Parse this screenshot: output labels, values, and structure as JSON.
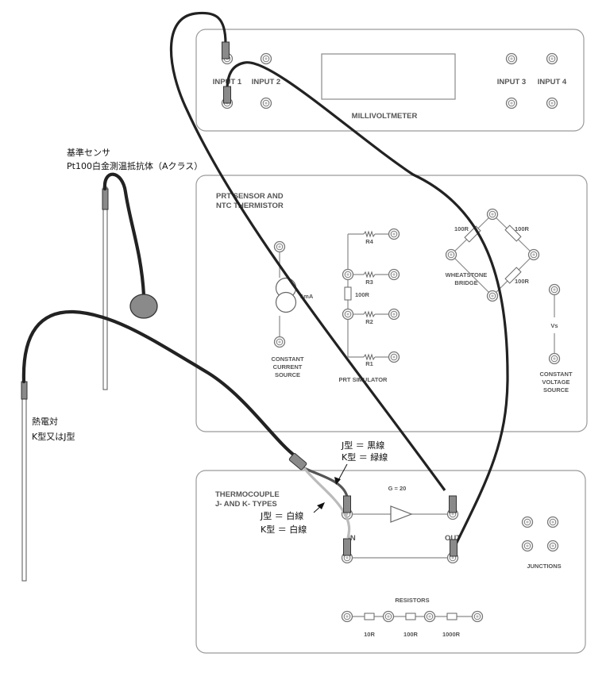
{
  "millivoltmeter": {
    "title": "MILLIVOLTMETER",
    "inputs": [
      "INPUT 1",
      "INPUT 2",
      "INPUT 3",
      "INPUT 4"
    ]
  },
  "prt_panel": {
    "title_line1": "PRT SENSOR AND",
    "title_line2": "NTC THERMISTOR",
    "current_value": "1mA",
    "ccs_line1": "CONSTANT",
    "ccs_line2": "CURRENT",
    "ccs_line3": "SOURCE",
    "simulator_label": "PRT SIMULATOR",
    "resistors": [
      "R4",
      "R3",
      "R2",
      "R1"
    ],
    "fixed_resistor": "100R",
    "bridge_line1": "WHEATSTONE",
    "bridge_line2": "BRIDGE",
    "bridge_resistors": [
      "100R",
      "100R",
      "100R"
    ],
    "vs_label": "Vs",
    "cvs_line1": "CONSTANT",
    "cvs_line2": "VOLTAGE",
    "cvs_line3": "SOURCE"
  },
  "thermocouple_panel": {
    "title_line1": "THERMOCOUPLE",
    "title_line2": "J- AND K- TYPES",
    "gain": "G = 20",
    "in_label": "IN",
    "out_label": "OUT",
    "junctions_label": "JUNCTIONS",
    "resistors_label": "RESISTORS",
    "resistor_values": [
      "10R",
      "100R",
      "1000R"
    ]
  },
  "annotations": {
    "reference_sensor_line1": "基準センサ",
    "reference_sensor_line2": "Pt100白金測温抵抗体（Aクラス）",
    "thermocouple_line1": "熱電対",
    "thermocouple_line2": "K型又はJ型",
    "black_wire_line1": "J型 ＝ 黒線",
    "black_wire_line2": "K型 ＝ 緑線",
    "white_wire_line1": "J型 ＝ 白線",
    "white_wire_line2": "K型 ＝ 白線"
  }
}
